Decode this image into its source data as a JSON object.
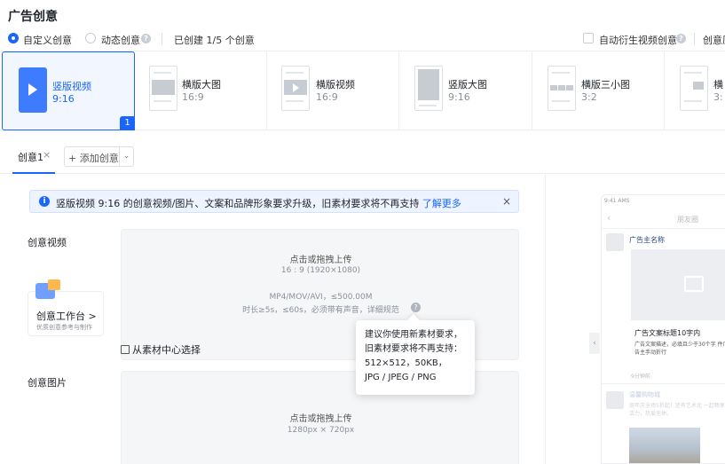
{
  "page_title": "广告创意",
  "mode": {
    "custom_label": "自定义创意",
    "dynamic_label": "动态创意",
    "created_label": "已创建 1/5 个创意",
    "auto_derive_label": "自动衍生视频创意",
    "creative_truncated": "创意原"
  },
  "formats": [
    {
      "name": "竖版视频",
      "ratio": "9:16",
      "badge": "1"
    },
    {
      "name": "横版大图",
      "ratio": "16:9"
    },
    {
      "name": "横版视频",
      "ratio": "16:9"
    },
    {
      "name": "竖版大图",
      "ratio": "9:16"
    },
    {
      "name": "横版三小图",
      "ratio": "3:2"
    },
    {
      "name": "横",
      "ratio": "3:"
    }
  ],
  "tabs": {
    "creative_tab": "创意1",
    "close_glyph": "×",
    "add_label": "+ 添加创意",
    "dropdown_glyph": "⌄"
  },
  "notice": {
    "text": "竖版视频 9:16 的创意视频/图片、文案和品牌形象要求升级，旧素材要求将不再支持",
    "link": "了解更多",
    "close_glyph": "×"
  },
  "video_field": {
    "label": "创意视频",
    "upload_title": "点击或拖拽上传",
    "ratio_hint": "16 : 9 (1920×1080)",
    "format_hint": "MP4/MOV/AVI，≤500.00M",
    "duration_hint": "时长≥5s，≤60s，必须带有声音，详细规范"
  },
  "studio": {
    "title": "创意工作台 >",
    "subtitle": "优质创意参考与制作"
  },
  "from_library": "从素材中心选择",
  "tooltip": {
    "line1": "建议你使用新素材要求，",
    "line2": "旧素材要求将不再支持：",
    "line3": "512×512，50KB，",
    "line4": "JPG / JPEG / PNG"
  },
  "image_field": {
    "label": "创意图片",
    "upload_title": "点击或拖拽上传",
    "size_hint": "1280px × 720px"
  },
  "preview": {
    "status_time": "9:41 AMS",
    "nav_title": "朋友圈",
    "advertiser": "广告主名称",
    "ad_title": "广告文案标题10字内",
    "ad_desc": "广告文案描述，必填且少于30个字 件广告主手动折行",
    "time": "9分钟前",
    "user2": "温馨购物城",
    "post2": "周年庆全场5折起！还有艺术北 一起畅享活力，热爱无休。"
  },
  "colors": {
    "accent": "#1966ff"
  }
}
